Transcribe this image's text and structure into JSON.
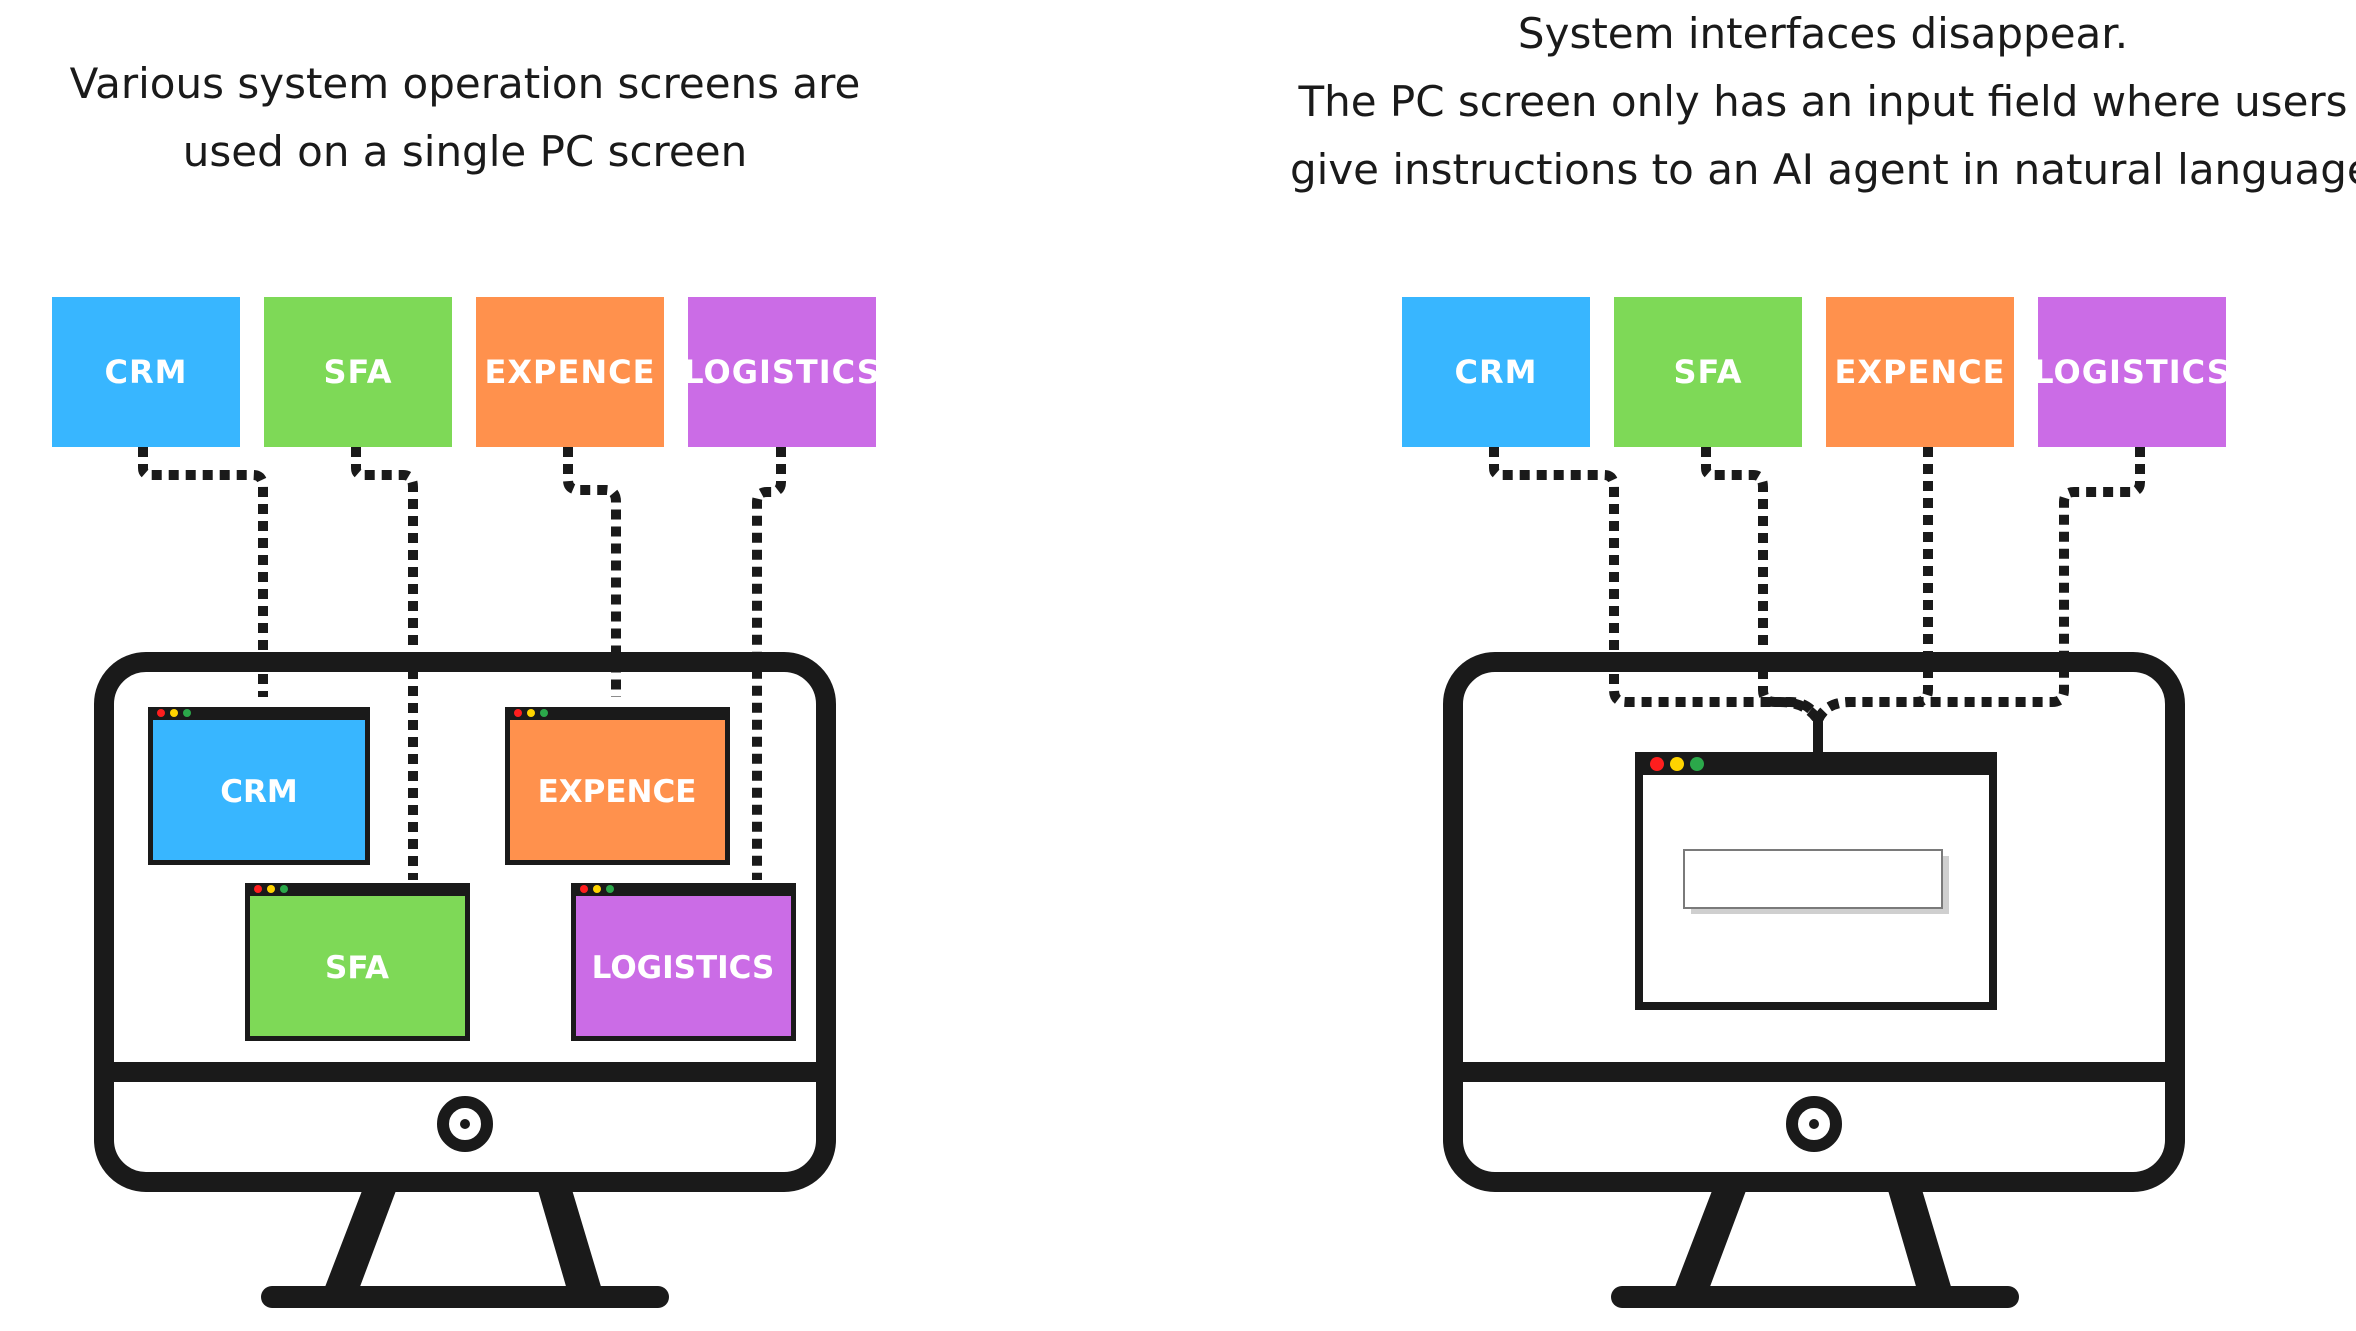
{
  "left_panel": {
    "caption_lines": [
      "Various system operation screens are",
      "used on a single PC screen"
    ],
    "systems": [
      {
        "label": "CRM",
        "color": "#38B6FF"
      },
      {
        "label": "SFA",
        "color": "#7ED957"
      },
      {
        "label": "EXPENCE",
        "color": "#FF914D"
      },
      {
        "label": "LOGISTICS",
        "color": "#CB6CE6"
      }
    ],
    "windows": [
      {
        "label": "CRM",
        "color": "#38B6FF"
      },
      {
        "label": "EXPENCE",
        "color": "#FF914D"
      },
      {
        "label": "SFA",
        "color": "#7ED957"
      },
      {
        "label": "LOGISTICS",
        "color": "#CB6CE6"
      }
    ]
  },
  "right_panel": {
    "caption_lines": [
      "System interfaces disappear.",
      "The PC screen only has an input field where users",
      "give instructions to an AI agent in natural language."
    ],
    "systems": [
      {
        "label": "CRM",
        "color": "#38B6FF"
      },
      {
        "label": "SFA",
        "color": "#7ED957"
      },
      {
        "label": "EXPENCE",
        "color": "#FF914D"
      },
      {
        "label": "LOGISTICS",
        "color": "#CB6CE6"
      }
    ],
    "input_window": {
      "input_value": ""
    }
  },
  "window_dot_colors": [
    "#FF1E1E",
    "#FFD400",
    "#2BA84A"
  ]
}
